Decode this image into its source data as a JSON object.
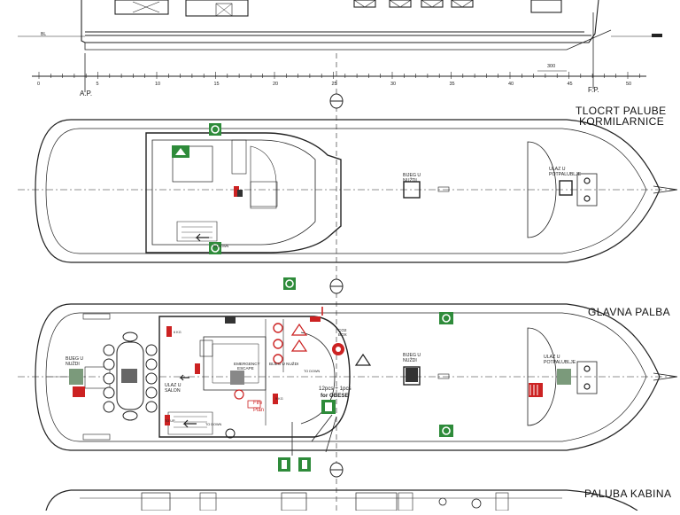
{
  "deck_titles": {
    "wheelhouse_line1": "TLOCRT PALUBE",
    "wheelhouse_line2": "KORMILARNICE",
    "main_deck": "GLAVNA PALBA",
    "cabin_deck": "PALUBA KABINA"
  },
  "scale": {
    "ticks": [
      "0",
      "5",
      "10",
      "15",
      "20",
      "25",
      "30",
      "35",
      "40",
      "45",
      "50"
    ],
    "ap_label": "A.P.",
    "fp_label": "F.P.",
    "dim_label": "300",
    "bl_label": "BL"
  },
  "labels": {
    "bijeg_u_nuzdi": [
      "BIJEG U",
      "NUŽDI"
    ],
    "ulaz_potpalublje": [
      "ULAZ U",
      "POTPALUBLJE"
    ],
    "ulaz_salon": [
      "ULAZ U",
      "SALON"
    ],
    "emergency_escape": [
      "EMERGENCY",
      "ESCAPE"
    ],
    "bijeg_inline": "BIJEG U NUŽDI",
    "fire_plan": [
      "Fire",
      "Plan"
    ],
    "co2_box": [
      "CO2",
      "BOX"
    ],
    "obese": [
      "12pcs + 1pcs",
      "for OBESE"
    ],
    "to_down": "TO DOWN",
    "to_up": "TO UP",
    "kg_6": "6 KG",
    "kg_9": "9 KG"
  },
  "colors": {
    "line": "#222222",
    "safety_green": "#2e8b3a",
    "fire_red": "#cc2222",
    "paper": "#ffffff"
  }
}
